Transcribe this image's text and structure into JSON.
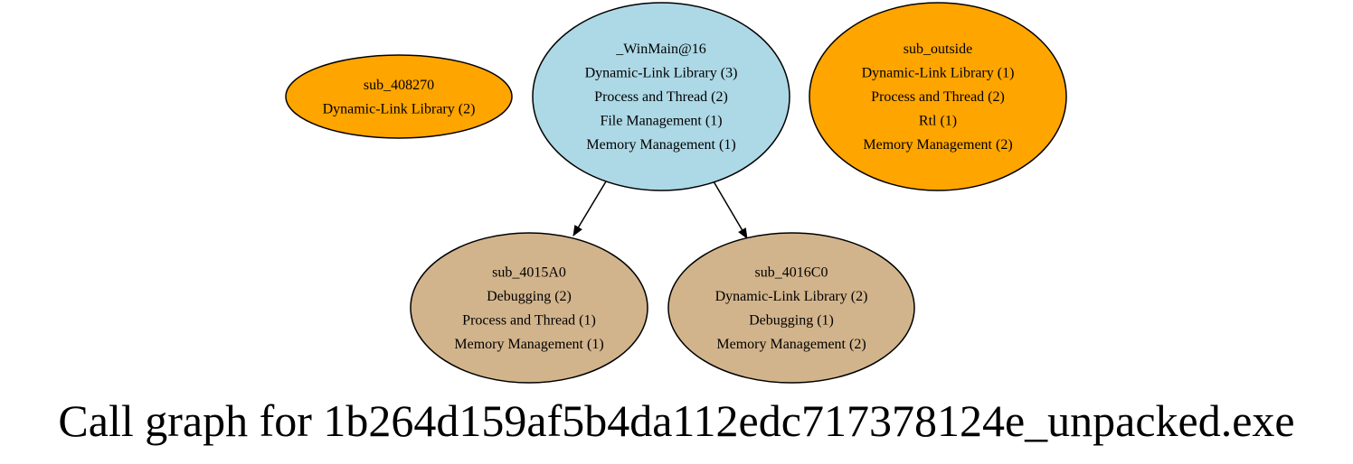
{
  "colors": {
    "entry_fill": "#add8e6",
    "external_fill": "#ffa500",
    "internal_fill": "#d2b48c",
    "stroke": "#000000",
    "edge": "#000000"
  },
  "nodes": [
    {
      "id": "sub_408270",
      "kind": "external",
      "lines": [
        "sub_408270",
        "Dynamic-Link Library (2)"
      ]
    },
    {
      "id": "_WinMain@16",
      "kind": "entry",
      "lines": [
        "_WinMain@16",
        "Dynamic-Link Library (3)",
        "Process and Thread (2)",
        "File Management (1)",
        "Memory Management (1)"
      ]
    },
    {
      "id": "sub_outside",
      "kind": "external",
      "lines": [
        "sub_outside",
        "Dynamic-Link Library (1)",
        "Process and Thread (2)",
        "Rtl (1)",
        "Memory Management (2)"
      ]
    },
    {
      "id": "sub_4015A0",
      "kind": "internal",
      "lines": [
        "sub_4015A0",
        "Debugging (2)",
        "Process and Thread (1)",
        "Memory Management (1)"
      ]
    },
    {
      "id": "sub_4016C0",
      "kind": "internal",
      "lines": [
        "sub_4016C0",
        "Dynamic-Link Library (2)",
        "Debugging (1)",
        "Memory Management (2)"
      ]
    }
  ],
  "edges": [
    {
      "from": "_WinMain@16",
      "to": "sub_4015A0"
    },
    {
      "from": "_WinMain@16",
      "to": "sub_4016C0"
    }
  ],
  "caption": "Call graph for 1b264d159af5b4da112edc717378124e_unpacked.exe"
}
